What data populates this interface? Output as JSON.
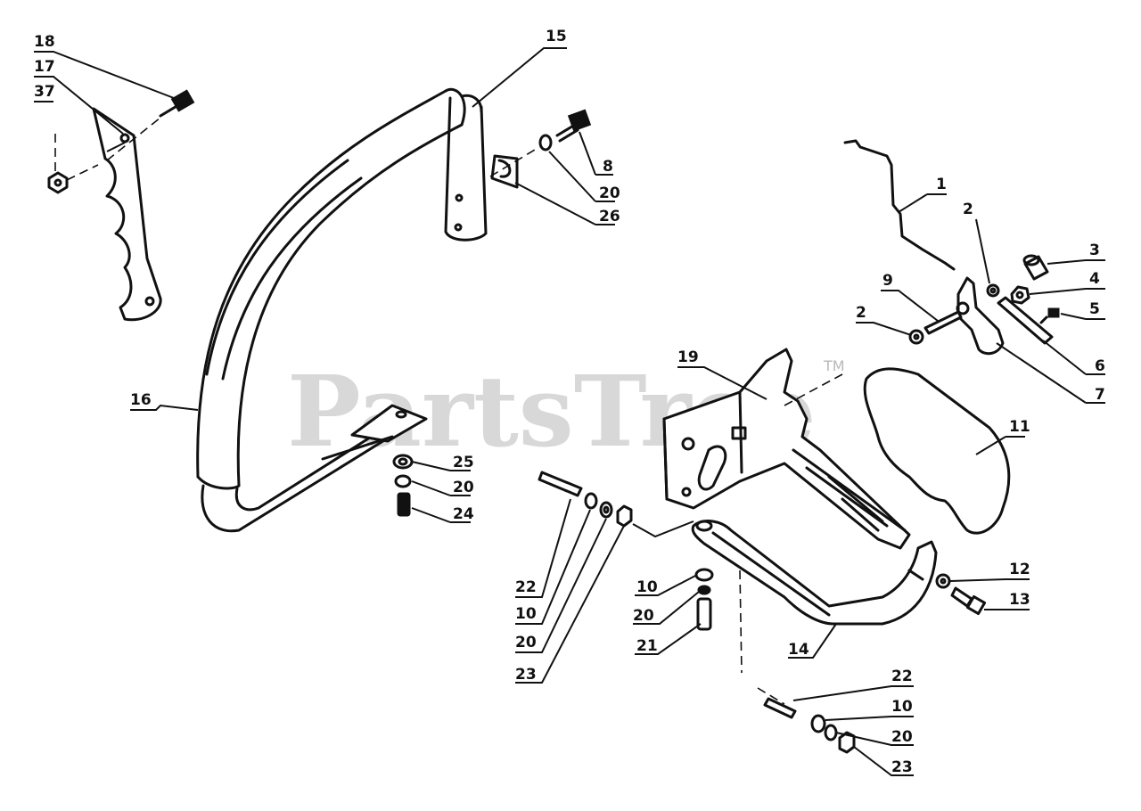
{
  "watermark": {
    "text": "PartsTree",
    "mark": "TM"
  },
  "callouts": [
    "18",
    "17",
    "37",
    "15",
    "8",
    "20",
    "26",
    "1",
    "2",
    "3",
    "4",
    "5",
    "9",
    "2",
    "6",
    "7",
    "19",
    "16",
    "11",
    "25",
    "20",
    "24",
    "22",
    "10",
    "20",
    "23",
    "10",
    "20",
    "21",
    "12",
    "13",
    "14",
    "22",
    "10",
    "20",
    "23"
  ]
}
